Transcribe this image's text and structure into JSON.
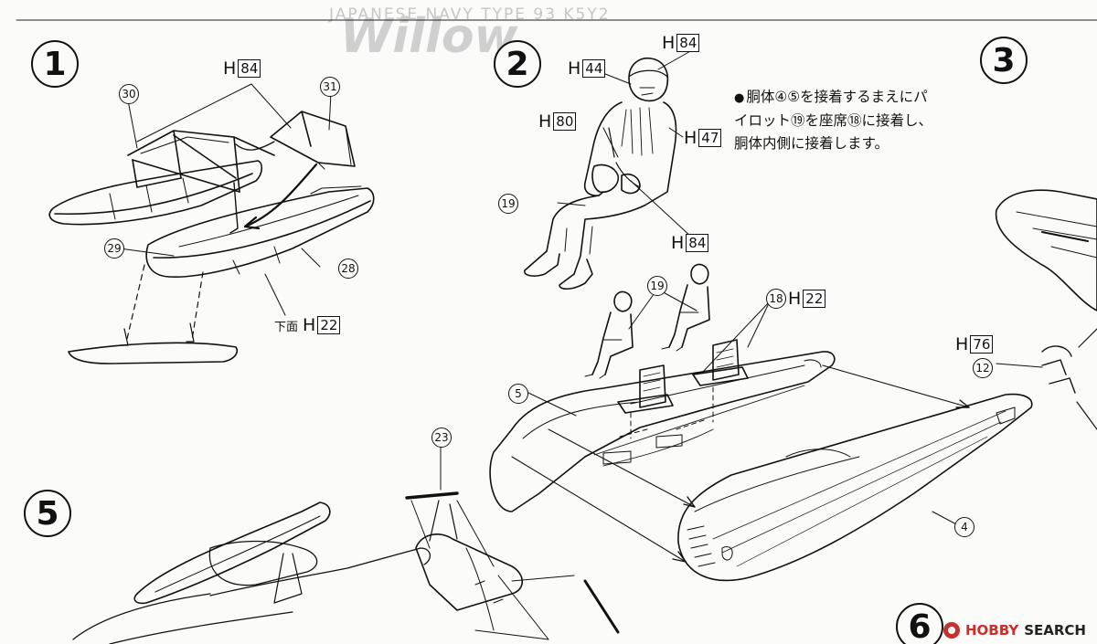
{
  "document": {
    "title_partial": "Willow",
    "header_faint": "JAPANESE NAVY TYPE 93 K5Y2"
  },
  "steps": [
    {
      "number": "1"
    },
    {
      "number": "2"
    },
    {
      "number": "3"
    },
    {
      "number": "5"
    },
    {
      "number": "6"
    }
  ],
  "color_refs": {
    "s1_h84": {
      "prefix": "H",
      "code": "84"
    },
    "s1_h22": {
      "pre": "下面",
      "prefix": "H",
      "code": "22"
    },
    "s2_h84_top": {
      "prefix": "H",
      "code": "84"
    },
    "s2_h44": {
      "prefix": "H",
      "code": "44"
    },
    "s2_h80": {
      "prefix": "H",
      "code": "80"
    },
    "s2_h47": {
      "prefix": "H",
      "code": "47"
    },
    "s2_h84_bottom": {
      "prefix": "H",
      "code": "84"
    },
    "s2_h22": {
      "prefix": "H",
      "code": "22"
    },
    "s3_h76": {
      "prefix": "H",
      "code": "76"
    }
  },
  "parts": {
    "p30": "30",
    "p31": "31",
    "p29": "29",
    "p28": "28",
    "p19a": "19",
    "p19b": "19",
    "p18": "18",
    "p5": "5",
    "p4": "4",
    "p12": "12",
    "p23": "23"
  },
  "instruction_note": {
    "bullet": "●",
    "text": "胴体④⑤を接着するまえにパイロット⑲を座席⑱に接着し、胴体内側に接着します。"
  },
  "watermark": {
    "brand": "HOBBY",
    "suffix": "SEARCH"
  },
  "colors": {
    "line": "#111111",
    "paper": "#fbfbfa",
    "brand_red": "#c8302d"
  }
}
